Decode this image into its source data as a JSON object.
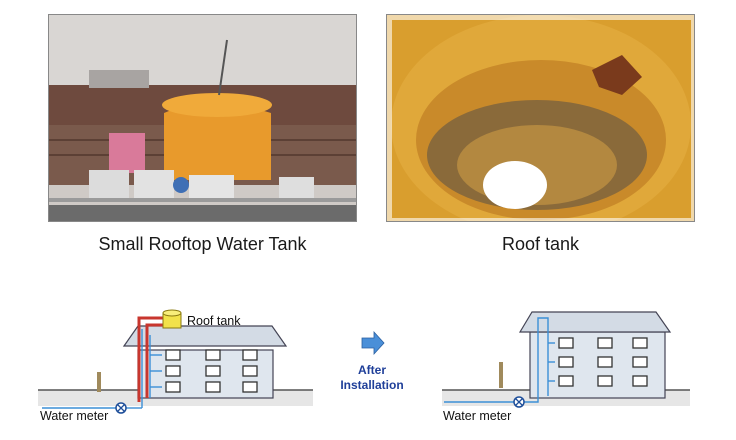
{
  "photos": {
    "left_caption": "Small Rooftop Water Tank",
    "right_caption": "Roof tank"
  },
  "diagram": {
    "before": {
      "roof_tank_label": "Roof tank",
      "water_meter_label": "Water meter"
    },
    "transition": {
      "line1": "After",
      "line2": "Installation"
    },
    "after": {
      "water_meter_label": "Water meter"
    },
    "colors": {
      "pipe_red": "#c8362e",
      "pipe_blue": "#3b8fd6",
      "tank_yellow": "#f2e24a",
      "building": "#dfe6ee",
      "arrow": "#4a8fd8"
    }
  }
}
